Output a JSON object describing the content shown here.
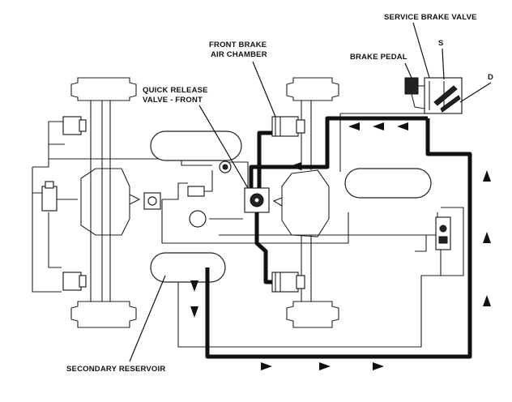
{
  "labels": {
    "service_brake_valve": "SERVICE BRAKE VALVE",
    "s": "S",
    "brake_pedal": "BRAKE PEDAL",
    "d": "D",
    "front_brake_air_chamber_line1": "FRONT BRAKE",
    "front_brake_air_chamber_line2": "AIR CHAMBER",
    "quick_release_valve_line1": "QUICK RELEASE",
    "quick_release_valve_line2": "VALVE - FRONT",
    "secondary_reservoir": "SECONDARY RESERVOIR"
  },
  "colors": {
    "line": "#111111",
    "background": "#ffffff"
  }
}
